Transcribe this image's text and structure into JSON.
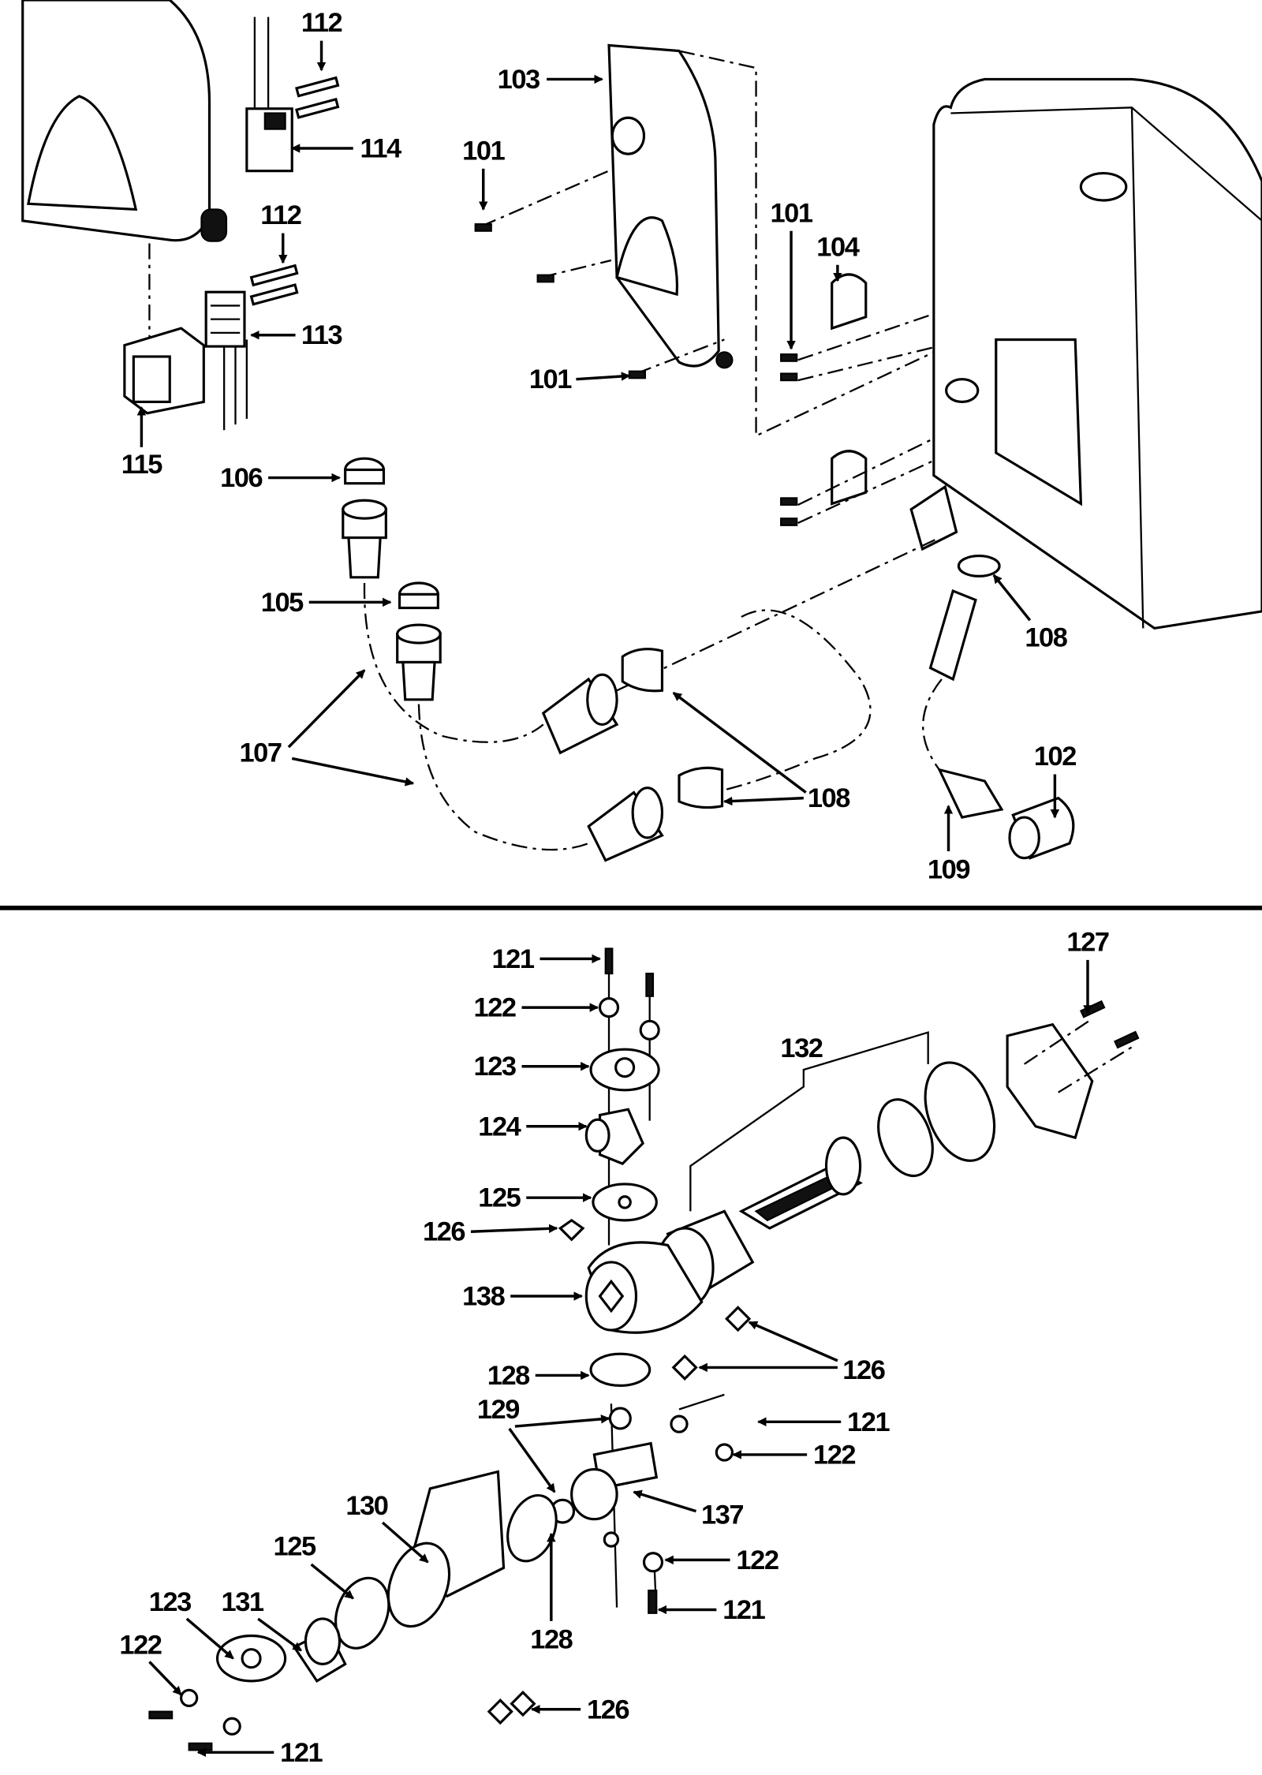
{
  "diagram": {
    "type": "exploded parts diagram",
    "upper_section": {
      "callouts": [
        "112",
        "114",
        "103",
        "101",
        "112",
        "101",
        "104",
        "113",
        "101",
        "115",
        "106",
        "105",
        "108",
        "107",
        "102",
        "108",
        "109"
      ]
    },
    "lower_section": {
      "callouts": [
        "121",
        "127",
        "122",
        "132",
        "123",
        "124",
        "125",
        "126",
        "138",
        "126",
        "128",
        "129",
        "121",
        "122",
        "137",
        "130",
        "125",
        "122",
        "128",
        "123",
        "131",
        "121",
        "122",
        "126",
        "121"
      ]
    }
  }
}
